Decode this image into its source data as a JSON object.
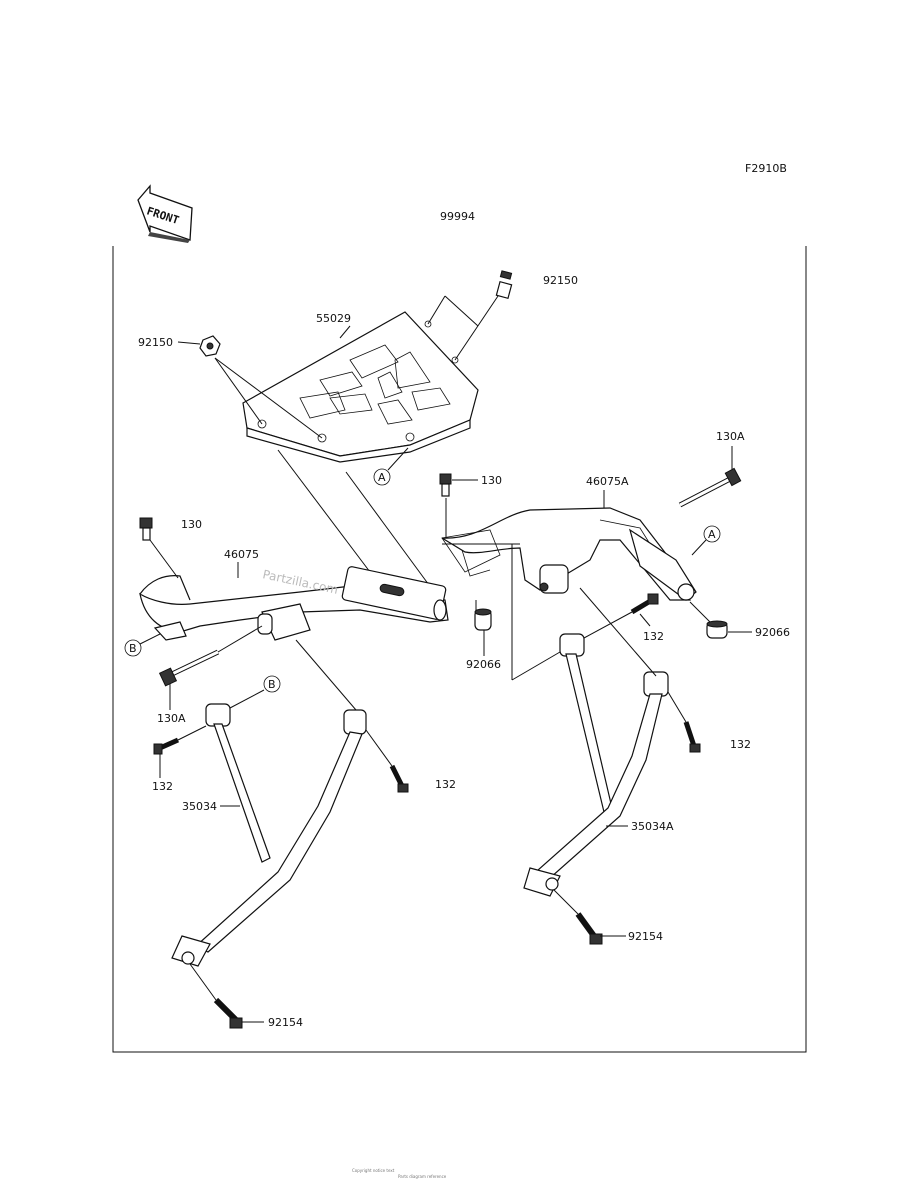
{
  "figure_code": "F2910B",
  "front_label": "FRONT",
  "assembly_label": "99994",
  "watermark": "Partzilla.com",
  "parts": {
    "p92150_top": "92150",
    "p92150_left": "92150",
    "p55029": "55029",
    "ref_a_carrier": "A",
    "p130_right": "130",
    "p46075a": "46075A",
    "p130a_right": "130A",
    "ref_a_right": "A",
    "p130_left": "130",
    "p46075": "46075",
    "ref_b_left": "B",
    "p92066_right": "92066",
    "p92066_mid": "92066",
    "p132_mid_right": "132",
    "p130a_left": "130A",
    "ref_b_stay": "B",
    "p132_left": "132",
    "p132_center": "132",
    "p132_far_right": "132",
    "p35034": "35034",
    "p35034a": "35034A",
    "p92154_right": "92154",
    "p92154_left": "92154"
  },
  "footer": {
    "line1": "Copyright notice text",
    "line2": "Parts diagram reference"
  }
}
